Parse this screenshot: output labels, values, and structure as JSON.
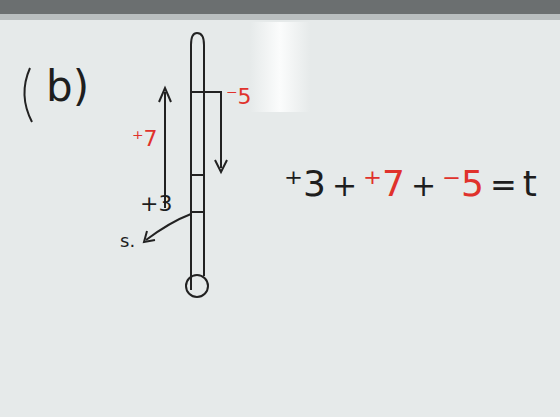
{
  "diagram": {
    "labels": [
      "b)",
      "⁺7",
      "⁻5",
      "+3",
      "s.",
      "⁺3",
      "+",
      "⁺7",
      "+",
      "⁻5",
      "=",
      "t"
    ]
  }
}
